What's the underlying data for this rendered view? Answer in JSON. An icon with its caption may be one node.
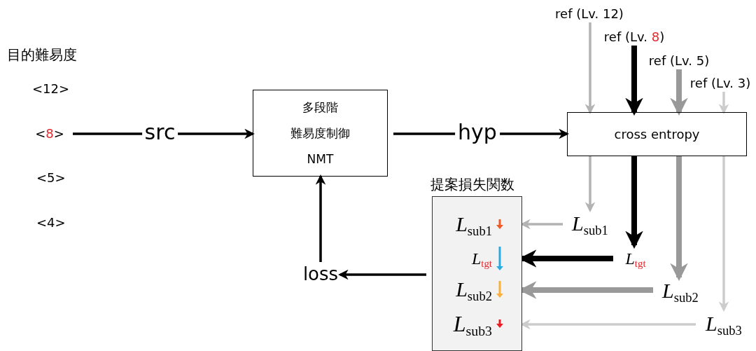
{
  "diagram": {
    "nodes": [
      {
        "text": [
          "<8>"
        ]
      },
      {
        "text": [
          "多段階",
          "難易度制御",
          "NMT"
        ]
      },
      {
        "text": [
          "cross entropy"
        ]
      },
      {
        "text": [
          "ref (Lv. 12)"
        ]
      },
      {
        "text": [
          "ref (Lv. 8)"
        ]
      },
      {
        "text": [
          "ref (Lv. 5)"
        ]
      },
      {
        "text": [
          "ref (Lv. 3)"
        ]
      },
      {
        "text": [
          "提案損失関数",
          "*L*$_{sub1}$",
          "*L*$_{tgt}$",
          "*L*$_{sub2}$",
          "*L*$_{sub3}$"
        ]
      },
      {
        "text": [
          "*L*$_{sub1}$"
        ]
      },
      {
        "text": [
          "*L*$_{tgt}$"
        ]
      },
      {
        "text": [
          "*L*$_{sub2}$"
        ]
      },
      {
        "text": [
          "*L*$_{sub3}$"
        ]
      },
      {
        "text": [
          "loss"
        ]
      }
    ],
    "edges": [
      {
        "from": 0,
        "to": 1,
        "arrow": "to",
        "label": "src"
      },
      {
        "from": 1,
        "to": 2,
        "arrow": "to",
        "label": "hyp"
      },
      {
        "from": 3,
        "to": 2,
        "arrow": "to",
        "color": "#b3b3b3"
      },
      {
        "from": 4,
        "to": 2,
        "arrow": "to",
        "style": "thick"
      },
      {
        "from": 5,
        "to": 2,
        "arrow": "to",
        "style": "thick",
        "color": "#999999"
      },
      {
        "from": 6,
        "to": 2,
        "arrow": "to",
        "color": "#cccccc"
      },
      {
        "from": 2,
        "to": 8,
        "arrow": "to",
        "color": "#b3b3b3"
      },
      {
        "from": 2,
        "to": 9,
        "arrow": "to",
        "style": "thick"
      },
      {
        "from": 2,
        "to": 10,
        "arrow": "to",
        "style": "thick",
        "color": "#999999"
      },
      {
        "from": 2,
        "to": 11,
        "arrow": "to",
        "color": "#cccccc"
      },
      {
        "from": 8,
        "to": 7,
        "arrow": "to",
        "color": "#b3b3b3"
      },
      {
        "from": 9,
        "to": 7,
        "arrow": "to",
        "style": "thick"
      },
      {
        "from": 10,
        "to": 7,
        "arrow": "to",
        "style": "thick",
        "color": "#999999"
      },
      {
        "from": 11,
        "to": 7,
        "arrow": "to",
        "color": "#cccccc"
      },
      {
        "from": 7,
        "to": 12,
        "arrow": "to"
      },
      {
        "from": 12,
        "to": 1,
        "arrow": "to"
      }
    ],
    "labels": [
      "目的難易度",
      "<12>",
      "<5>",
      "<4>"
    ]
  }
}
